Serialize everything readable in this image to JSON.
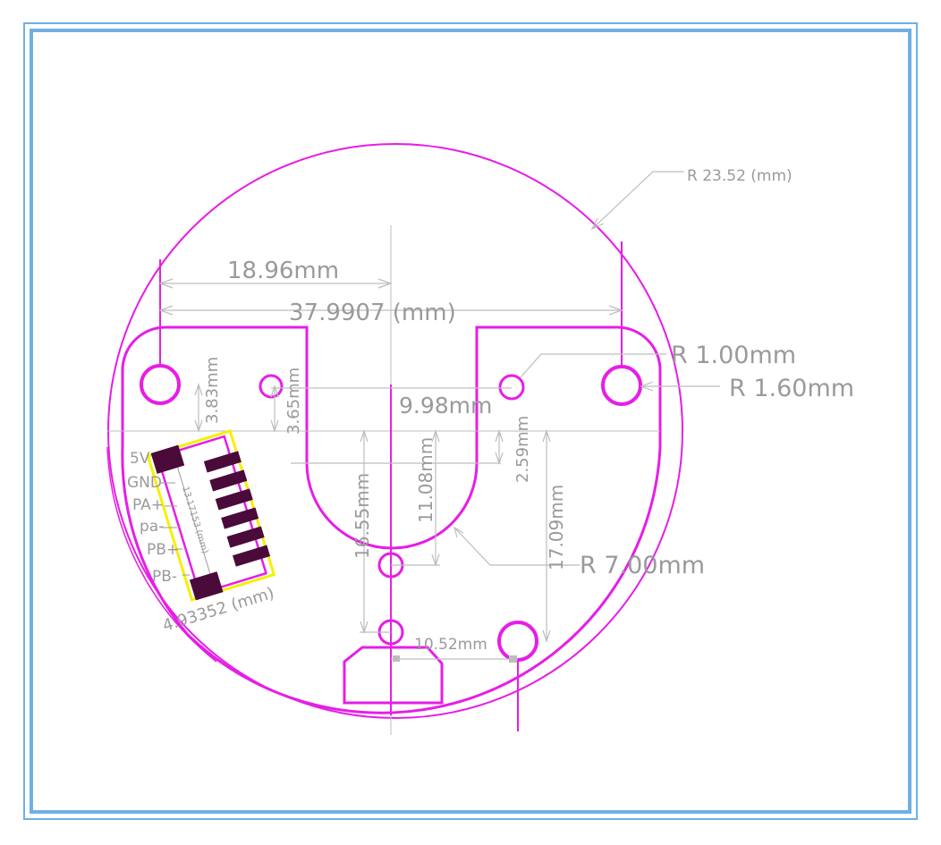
{
  "diagram": {
    "radius_outer": "R 23.52 (mm)",
    "width_total": "37.9907 (mm)",
    "half_width": "18.96mm",
    "r_small_hole": "R 1.00mm",
    "r_big_hole": "R 1.60mm",
    "r_slot": "R 7.00mm",
    "dim_3_83": "3.83mm",
    "dim_3_65": "3.65mm",
    "dim_9_98": "9.98mm",
    "dim_2_59": "2.59mm",
    "dim_11_08": "11.08mm",
    "dim_16_55": "16.55mm",
    "dim_17_09": "17.09mm",
    "dim_10_52": "10.52mm",
    "dim_13_17": "13.17153 (mm)",
    "dim_4_93": "4.93352 (mm)",
    "pin_labels": [
      "5V",
      "GND",
      "PA+",
      "pa-",
      "PB+",
      "PB-"
    ],
    "colors": {
      "outline": "#e61ee6",
      "dimension": "#9a9a9a",
      "frame": "#6fb0e4",
      "silk": "#f5f000",
      "pad": "#4a0a3a"
    }
  }
}
